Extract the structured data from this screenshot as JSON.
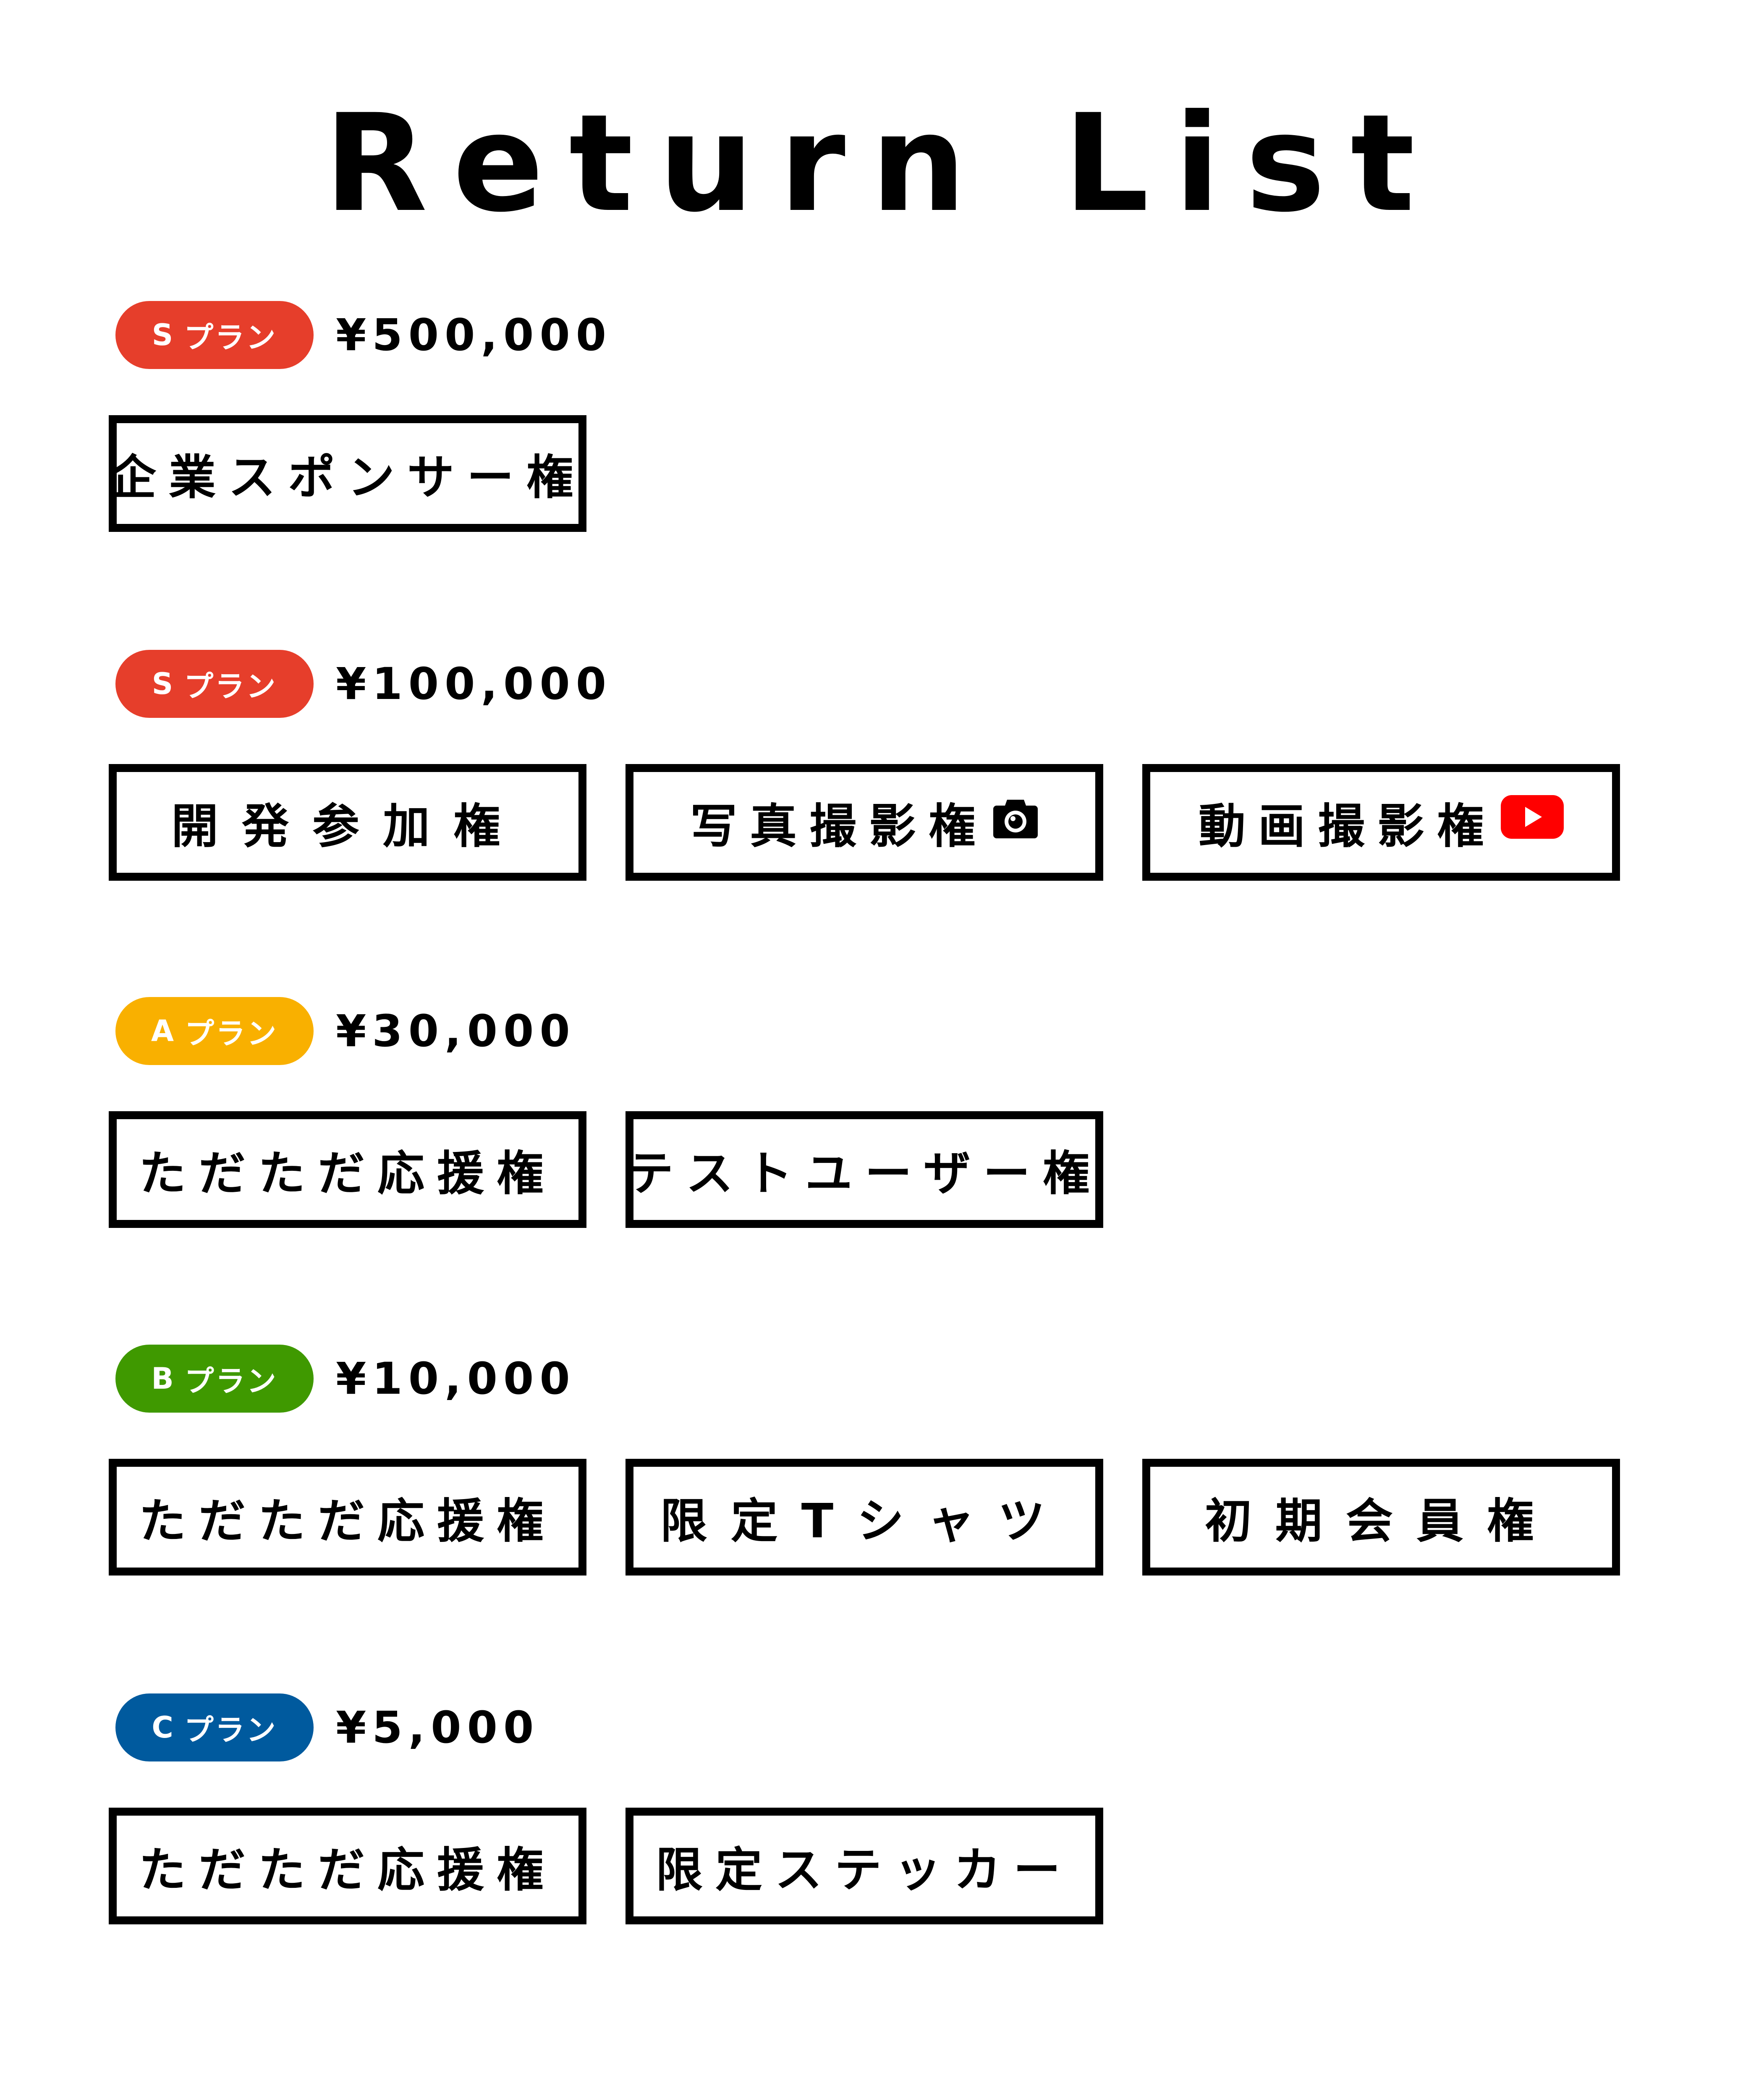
{
  "title": "Return List",
  "colors": {
    "S": "#e63e2b",
    "A": "#f9b000",
    "B": "#3f9900",
    "C": "#005a9e",
    "youtube": "#ff0000"
  },
  "sections": [
    {
      "plan_letter": "S",
      "plan_suffix": "プラン",
      "price": "¥500,000",
      "color": "#e63e2b",
      "items": [
        {
          "label": "企業スポンサー権"
        }
      ]
    },
    {
      "plan_letter": "S",
      "plan_suffix": "プラン",
      "price": "¥100,000",
      "color": "#e63e2b",
      "items": [
        {
          "label": "開発参加権"
        },
        {
          "label": "写真撮影権",
          "icon": "camera-icon"
        },
        {
          "label": "動画撮影権",
          "icon": "youtube-icon"
        }
      ]
    },
    {
      "plan_letter": "A",
      "plan_suffix": "プラン",
      "price": "¥30,000",
      "color": "#f9b000",
      "items": [
        {
          "label": "ただただ応援権"
        },
        {
          "label": "テストユーザー権"
        }
      ]
    },
    {
      "plan_letter": "B",
      "plan_suffix": "プラン",
      "price": "¥10,000",
      "color": "#3f9900",
      "items": [
        {
          "label": "ただただ応援権"
        },
        {
          "label": "限定Tシャツ"
        },
        {
          "label": "初期会員権"
        }
      ]
    },
    {
      "plan_letter": "C",
      "plan_suffix": "プラン",
      "price": "¥5,000",
      "color": "#005a9e",
      "items": [
        {
          "label": "ただただ応援権"
        },
        {
          "label": "限定ステッカー"
        }
      ]
    }
  ]
}
